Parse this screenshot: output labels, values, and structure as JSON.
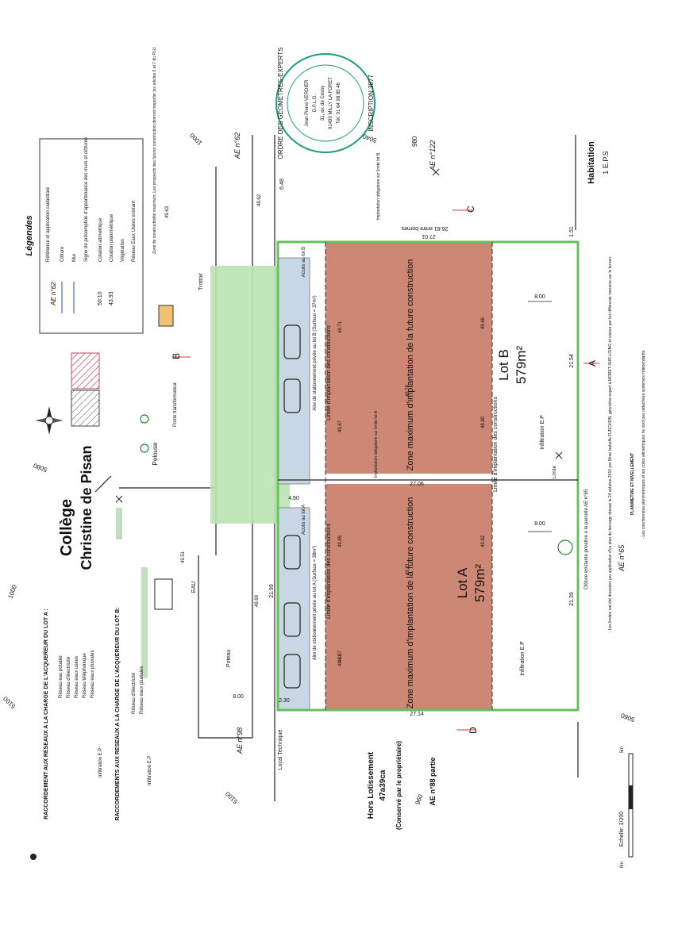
{
  "legend": {
    "title": "Légendes",
    "items": [
      {
        "symbol": "AE n°62",
        "label": "Référence et application cadastrale"
      },
      {
        "symbol": "",
        "label": "Clôture"
      },
      {
        "symbol": "",
        "label": "Mur"
      },
      {
        "symbol": "",
        "label": "Signe de présomption d'appartenance des murs et clôtures"
      },
      {
        "symbol": "50.10",
        "label": "Cotation altimétrique"
      },
      {
        "symbol": "43.93",
        "label": "Cotation planimétrique"
      },
      {
        "symbol": "",
        "label": "Végétation"
      },
      {
        "symbol": "",
        "label": "Réseau Eaux Usées existant"
      }
    ],
    "zone_note": "Zone de constructibilité maximum. Les prospects des futures construction devront respecter les articles 6 et 7 du PLU."
  },
  "stamp": {
    "ring": "ORDRE DES GEOMETRES-EXPERTS",
    "name": "Jean Pierre VERDIER",
    "title": "D.P.L.G.",
    "address1": "31, av. de Cessy",
    "address2": "91490 MILLY LA FORET",
    "phone": "Tél. 01 64 98 85 46",
    "inscription": "INSCRIPTION 3677"
  },
  "site": {
    "college_line1": "Collège",
    "college_line2": "Christine de Pisan",
    "pelouse": "Pelouse",
    "poste": "Poste transformateur",
    "trottoir": "Trottoir",
    "habitation": "Habitation",
    "habitation_sub": "1 E.P.S",
    "hors_lotissement": "Hors Lotissement",
    "hors_area": "47a39ca",
    "hors_note": "(Conservé par le propriétaire)",
    "hors_parcel": "AE n°88 partie",
    "local_technique": "Local Technique",
    "limite": "Limite",
    "eau": "EAU",
    "poteau": "Poteau"
  },
  "parcels": {
    "ae62": "AE n°62",
    "ae98": "AE n°98",
    "ae122": "AE n°122",
    "ae65": "AE n°65"
  },
  "lots": {
    "a": {
      "name": "Lot A",
      "area": "579m²",
      "zone": "Zone maximum d'implantation de la future construction",
      "parking": "Aire de stationnement privée au lot A (Surface = 38m²)",
      "access": "Accès au lot A",
      "infiltration": "Infiltration E.P"
    },
    "b": {
      "name": "Lot B",
      "area": "579m²",
      "zone": "Zone maximum d'implantation de la future construction",
      "parking": "Aire de stationnement privée au lot B (Surface = 37m²)",
      "access": "Accès au lot B",
      "infiltration": "Infiltration E.P"
    },
    "limit_line": "Limite d'implantation des constructions",
    "easement_a": "Implantation obligatoire sur limite lot A",
    "easement_b": "Implantation obligatoire sur limite lot B",
    "cloture_note": "Clôture existante privative à la parcelle AE n°65"
  },
  "dimensions": {
    "d_2139": "21.39",
    "d_2154": "21.54",
    "d_2706": "27.06",
    "d_2714": "27.14",
    "d_2199": "21.99",
    "d_800a": "8.00",
    "d_800b": "8.00",
    "d_800c": "8.00",
    "d_648": "6.48",
    "d_151": "1.51",
    "d_230": "2.30",
    "d_450": "4.50",
    "d_boundary": "26.81 entre bornes",
    "d_boundary2": "27.01"
  },
  "elevations": [
    "49.69",
    "49.51",
    "49.57",
    "49.85",
    "49.82",
    "49.71",
    "49.66",
    "48.70",
    "49.67",
    "48.80",
    "49.61",
    "48.71",
    "49.63",
    "48.62"
  ],
  "grid": {
    "g1": "5100",
    "g2": "5080",
    "g3": "5040",
    "g4": "5060",
    "e1": "1000",
    "e2": "980",
    "e3": "960"
  },
  "sections": {
    "a": "A",
    "b": "B",
    "c": "C",
    "d": "D"
  },
  "raccordement_a": {
    "title": "RACCORDEMENT AUX RESEAUX A LA CHARGE DE L'ACQUEREUR DU LOT A :",
    "items": [
      "Réseau eau potable",
      "Réseau d'électricité",
      "Réseau eaux usées",
      "Réseau téléphonique",
      "Réseau eaux pluviales"
    ],
    "infiltration": "Infiltration E.P"
  },
  "raccordement_b": {
    "title": "RACCORDEMENTS AUX RESEAUX A LA CHARGE DE L'ACQUEREUR DU LOT B:",
    "items": [
      "Réseau d'électricité",
      "Réseau eaux pluviales"
    ],
    "infiltration": "Infiltration E.P"
  },
  "notes": {
    "line1": "- Les limites ont été dressées par application d'un plan de bornage dressé le 24 octobre 2010 par Mme Isabelle FURCHON, géomètre expert à MORET-SUR-LOING et visées par les différents riverains sur le terrain.",
    "line2": "PLANIMETRIE ET NIVELLEMENT",
    "line3": "- Les coordonnées planimétriques et les cotes altimétriques ne sont pas rattachées systèmes indépendants."
  },
  "scale": {
    "label": "Echelle: 1/200",
    "zero": "0m",
    "five": "5m"
  },
  "colors": {
    "zone": "#c9826d",
    "parking": "#c9d6e3",
    "green": "#b9e3b1",
    "lot_border": "#63c35a",
    "legend_zone": "#f0c074"
  }
}
